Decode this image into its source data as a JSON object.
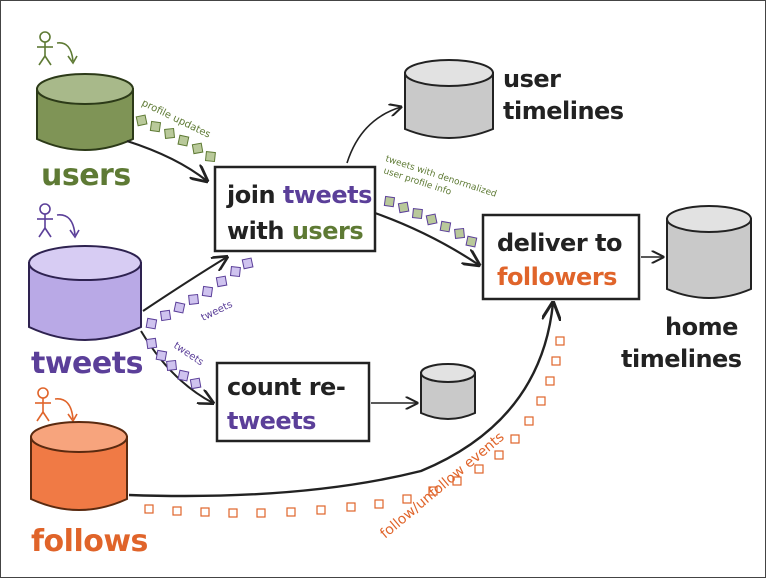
{
  "colors": {
    "users": "#5e7a34",
    "tweets": "#5b3f99",
    "follows": "#e0642a",
    "ink": "#222222",
    "gray_fill": "#c9c9c9",
    "users_fill": "#7f9456",
    "tweets_fill": "#b9a9e6",
    "follows_fill": "#f07a45"
  },
  "sources": {
    "users": "users",
    "tweets": "tweets",
    "follows": "follows"
  },
  "processors": {
    "join": {
      "word1": "join",
      "word2": "tweets",
      "word3": "with",
      "word4": "users"
    },
    "count": {
      "line1": "count re-",
      "line2": "tweets"
    },
    "deliver": {
      "line1": "deliver to",
      "line2": "followers"
    }
  },
  "sinks": {
    "user_timelines": {
      "line1": "user",
      "line2": "timelines"
    },
    "home_timelines": {
      "line1": "home",
      "line2": "timelines"
    }
  },
  "stream_labels": {
    "profile_updates": "profile updates",
    "tweets_to_join": "tweets",
    "tweets_to_count": "tweets",
    "denormalized_line1": "tweets with denormalized",
    "denormalized_line2": "user profile info",
    "follow_events": "follow/unfollow events"
  }
}
